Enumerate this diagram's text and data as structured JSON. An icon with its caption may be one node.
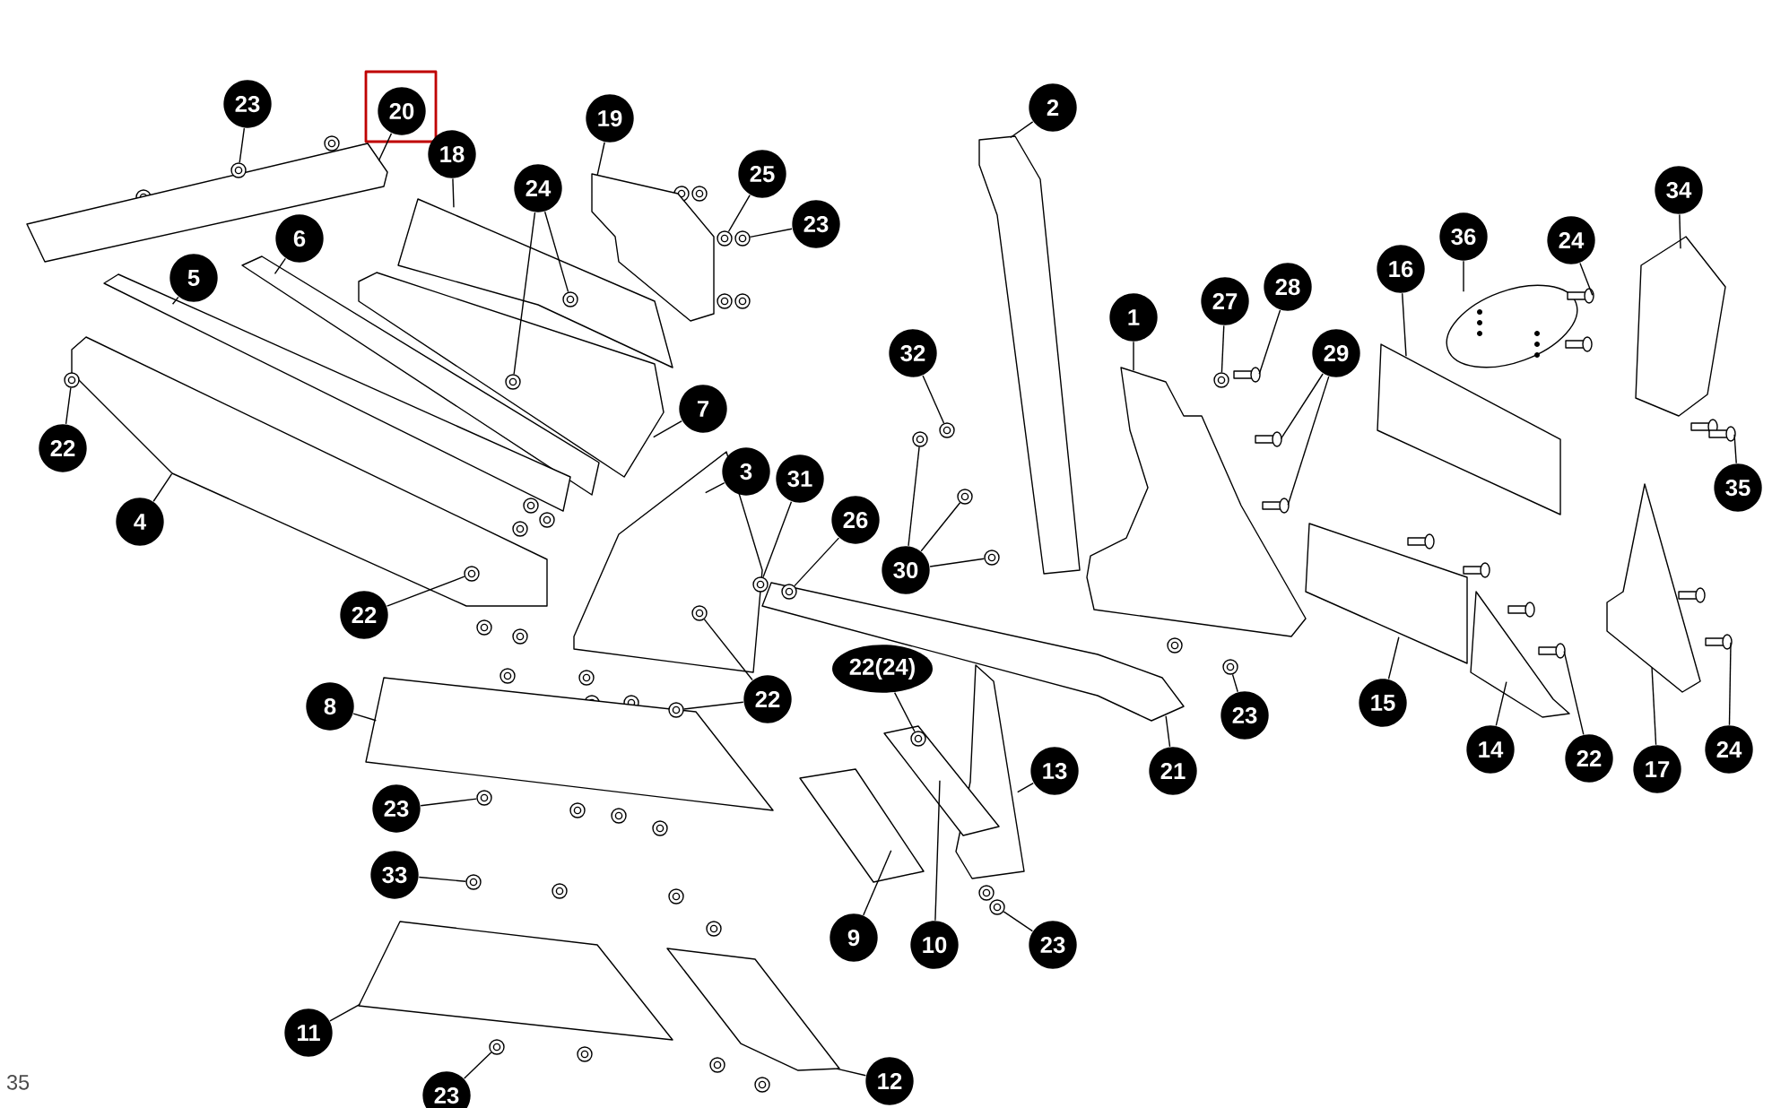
{
  "diagram": {
    "nodes": [
      {
        "text": [
          "23"
        ]
      },
      {
        "text": [
          "20"
        ]
      },
      {
        "text": [
          "18"
        ]
      },
      {
        "text": [
          "19"
        ]
      },
      {
        "text": [
          "24"
        ]
      },
      {
        "text": [
          "25"
        ]
      },
      {
        "text": [
          "23"
        ]
      },
      {
        "text": [
          "6"
        ]
      },
      {
        "text": [
          "5"
        ]
      },
      {
        "text": [
          "2"
        ]
      },
      {
        "text": [
          "27"
        ]
      },
      {
        "text": [
          "28"
        ]
      },
      {
        "text": [
          "1"
        ]
      },
      {
        "text": [
          "16"
        ]
      },
      {
        "text": [
          "36"
        ]
      },
      {
        "text": [
          "24"
        ]
      },
      {
        "text": [
          "34"
        ]
      },
      {
        "text": [
          "32"
        ]
      },
      {
        "text": [
          "29"
        ]
      },
      {
        "text": [
          "22"
        ]
      },
      {
        "text": [
          "7"
        ]
      },
      {
        "text": [
          "4"
        ]
      },
      {
        "text": [
          "35"
        ]
      },
      {
        "text": [
          "3"
        ]
      },
      {
        "text": [
          "31"
        ]
      },
      {
        "text": [
          "26"
        ]
      },
      {
        "text": [
          "30"
        ]
      },
      {
        "text": [
          "22"
        ]
      },
      {
        "text": [
          "22"
        ]
      },
      {
        "text": [
          "22(24)"
        ]
      },
      {
        "text": [
          "8"
        ]
      },
      {
        "text": [
          "13"
        ]
      },
      {
        "text": [
          "21"
        ]
      },
      {
        "text": [
          "23"
        ]
      },
      {
        "text": [
          "15"
        ]
      },
      {
        "text": [
          "14"
        ]
      },
      {
        "text": [
          "22"
        ]
      },
      {
        "text": [
          "17"
        ]
      },
      {
        "text": [
          "24"
        ]
      },
      {
        "text": [
          "23"
        ]
      },
      {
        "text": [
          "33"
        ]
      },
      {
        "text": [
          "9"
        ]
      },
      {
        "text": [
          "10"
        ]
      },
      {
        "text": [
          "23"
        ]
      },
      {
        "text": [
          "11"
        ]
      },
      {
        "text": [
          "23"
        ]
      },
      {
        "text": [
          "12"
        ]
      },
      {
        "text": [],
        "shape": "circle"
      },
      {
        "text": [],
        "shape": "picture"
      },
      {
        "text": [],
        "shape": "picture"
      },
      {
        "text": [],
        "shape": "picture"
      },
      {
        "text": [],
        "shape": "circle",
        "in": 49
      },
      {
        "text": [],
        "shape": "circle",
        "in": 69
      },
      {
        "text": [],
        "shape": "circle"
      },
      {
        "text": [],
        "shape": "circle"
      },
      {
        "text": [],
        "shape": "picture"
      },
      {
        "text": [],
        "shape": "picture"
      },
      {
        "text": [],
        "shape": "picture"
      },
      {
        "text": [],
        "shape": "circle"
      },
      {
        "text": [],
        "shape": "picture"
      },
      {
        "text": [],
        "shape": "picture"
      },
      {
        "text": [],
        "shape": "picture"
      },
      {
        "text": [],
        "shape": "picture"
      },
      {
        "text": [],
        "shape": "picture"
      },
      {
        "text": [],
        "shape": "picture"
      },
      {
        "text": [],
        "shape": "circle"
      },
      {
        "text": [],
        "shape": "picture"
      },
      {
        "text": [],
        "shape": "picture"
      },
      {
        "text": [],
        "shape": "circle"
      },
      {
        "text": [],
        "shape": "picture"
      },
      {
        "text": [],
        "shape": "picture"
      },
      {
        "text": [],
        "shape": "picture"
      },
      {
        "text": [],
        "shape": "picture"
      },
      {
        "text": [],
        "shape": "circle"
      },
      {
        "text": [],
        "shape": "circle",
        "in": 84
      },
      {
        "text": [],
        "shape": "circle"
      },
      {
        "text": [],
        "shape": "circle"
      },
      {
        "text": [],
        "shape": "circle"
      },
      {
        "text": [],
        "shape": "circle",
        "in": 70
      },
      {
        "text": [],
        "shape": "circle",
        "in": 82
      },
      {
        "text": [],
        "shape": "circle",
        "in": 72
      },
      {
        "text": [],
        "shape": "circle",
        "in": 94
      },
      {
        "text": [],
        "shape": "picture"
      },
      {
        "text": [],
        "shape": "picture"
      },
      {
        "text": [],
        "shape": "picture"
      },
      {
        "text": [],
        "shape": "circle"
      },
      {
        "text": [],
        "shape": "picture"
      },
      {
        "text": [],
        "shape": "picture"
      },
      {
        "text": [],
        "shape": "picture"
      },
      {
        "text": [],
        "shape": "picture"
      },
      {
        "text": [],
        "shape": "picture"
      },
      {
        "text": [],
        "shape": "circle"
      },
      {
        "text": [],
        "shape": "circle"
      },
      {
        "text": [],
        "shape": "picture"
      },
      {
        "text": [],
        "shape": "picture"
      },
      {
        "text": [],
        "shape": "circle"
      },
      {
        "text": [],
        "shape": "picture"
      },
      {
        "text": [],
        "shape": "circle"
      },
      {
        "text": [],
        "shape": "picture"
      }
    ],
    "edges": [
      {
        "from": 0,
        "to": 47,
        "arrow": "none"
      },
      {
        "from": 1,
        "to": 48,
        "arrow": "none"
      },
      {
        "from": 2,
        "to": 49,
        "arrow": "none"
      },
      {
        "from": 3,
        "to": 50,
        "arrow": "none"
      },
      {
        "from": 4,
        "to": 51,
        "arrow": "none"
      },
      {
        "from": 4,
        "to": 52,
        "arrow": "none"
      },
      {
        "from": 5,
        "to": 53,
        "arrow": "none"
      },
      {
        "from": 6,
        "to": 54,
        "arrow": "none"
      },
      {
        "from": 7,
        "to": 55,
        "arrow": "none"
      },
      {
        "from": 8,
        "to": 56,
        "arrow": "none"
      },
      {
        "from": 9,
        "to": 57,
        "arrow": "none"
      },
      {
        "from": 10,
        "to": 58,
        "arrow": "none"
      },
      {
        "from": 11,
        "to": 59,
        "arrow": "none"
      },
      {
        "from": 12,
        "to": 60,
        "arrow": "none"
      },
      {
        "from": 13,
        "to": 61,
        "arrow": "none"
      },
      {
        "from": 14,
        "to": 62,
        "arrow": "none"
      },
      {
        "from": 15,
        "to": 63,
        "arrow": "none"
      },
      {
        "from": 16,
        "to": 64,
        "arrow": "none"
      },
      {
        "from": 17,
        "to": 65,
        "arrow": "none"
      },
      {
        "from": 18,
        "to": 66,
        "arrow": "none"
      },
      {
        "from": 18,
        "to": 67,
        "arrow": "none"
      },
      {
        "from": 19,
        "to": 68,
        "arrow": "none"
      },
      {
        "from": 20,
        "to": 69,
        "arrow": "none"
      },
      {
        "from": 21,
        "to": 70,
        "arrow": "none"
      },
      {
        "from": 22,
        "to": 71,
        "arrow": "none"
      },
      {
        "from": 23,
        "to": 72,
        "arrow": "none"
      },
      {
        "from": 24,
        "to": 73,
        "arrow": "none"
      },
      {
        "from": 25,
        "to": 74,
        "arrow": "none"
      },
      {
        "from": 26,
        "to": 75,
        "arrow": "none"
      },
      {
        "from": 26,
        "to": 76,
        "arrow": "none"
      },
      {
        "from": 26,
        "to": 77,
        "arrow": "none"
      },
      {
        "from": 27,
        "to": 78,
        "arrow": "none"
      },
      {
        "from": 28,
        "to": 79,
        "arrow": "none"
      },
      {
        "from": 28,
        "to": 80,
        "arrow": "none"
      },
      {
        "from": 29,
        "to": 81,
        "arrow": "none"
      },
      {
        "from": 30,
        "to": 82,
        "arrow": "none"
      },
      {
        "from": 31,
        "to": 83,
        "arrow": "none"
      },
      {
        "from": 32,
        "to": 84,
        "arrow": "none"
      },
      {
        "from": 33,
        "to": 85,
        "arrow": "none"
      },
      {
        "from": 34,
        "to": 86,
        "arrow": "none"
      },
      {
        "from": 35,
        "to": 87,
        "arrow": "none"
      },
      {
        "from": 36,
        "to": 88,
        "arrow": "none"
      },
      {
        "from": 37,
        "to": 89,
        "arrow": "none"
      },
      {
        "from": 38,
        "to": 90,
        "arrow": "none"
      },
      {
        "from": 39,
        "to": 91,
        "arrow": "none"
      },
      {
        "from": 40,
        "to": 92,
        "arrow": "none"
      },
      {
        "from": 41,
        "to": 93,
        "arrow": "none"
      },
      {
        "from": 42,
        "to": 94,
        "arrow": "none"
      },
      {
        "from": 43,
        "to": 95,
        "arrow": "none"
      },
      {
        "from": 44,
        "to": 96,
        "arrow": "none"
      },
      {
        "from": 45,
        "to": 97,
        "arrow": "none"
      },
      {
        "from": 46,
        "to": 98,
        "arrow": "none"
      }
    ],
    "labels": [
      "35"
    ]
  }
}
